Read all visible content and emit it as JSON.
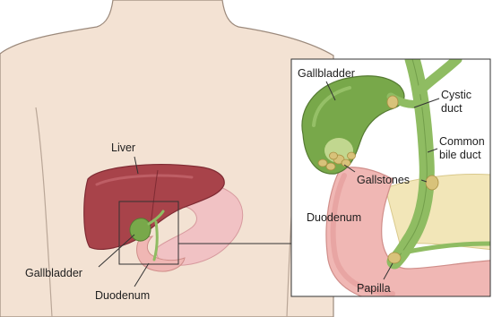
{
  "labels": {
    "liver": "Liver",
    "gallbladder_body": "Gallbladder",
    "duodenum_body": "Duodenum",
    "gallbladder_inset": "Gallbladder",
    "cystic_duct": [
      "Cystic",
      "duct"
    ],
    "common_bile_duct": [
      "Common",
      "bile duct"
    ],
    "gallstones": "Gallstones",
    "duodenum_inset": "Duodenum",
    "papilla": "Papilla"
  },
  "colors": {
    "skin": "#f3e2d3",
    "skin_outline": "#9c8a7c",
    "liver": "#a8434a",
    "liver_dark": "#7f2b33",
    "stomach": "#f1c2c4",
    "gallbladder": "#78a84a",
    "bile_duct": "#8fbc62",
    "stone": "#d8c27a",
    "duodenum": "#f0b7b4",
    "line": "#333333"
  }
}
